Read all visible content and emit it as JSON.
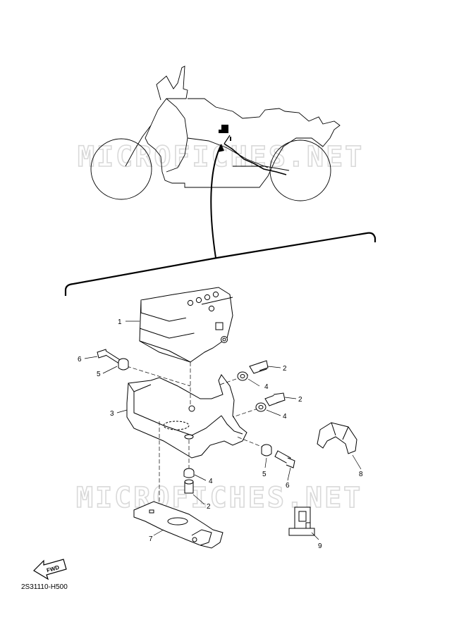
{
  "watermark": "MICROFICHES.NET",
  "drawing_code": "2S31110-H500",
  "fwd_label": "FWD",
  "callouts": [
    {
      "id": "c1",
      "text": "1"
    },
    {
      "id": "c2a",
      "text": "2"
    },
    {
      "id": "c2b",
      "text": "2"
    },
    {
      "id": "c2c",
      "text": "2"
    },
    {
      "id": "c3",
      "text": "3"
    },
    {
      "id": "c4a",
      "text": "4"
    },
    {
      "id": "c4b",
      "text": "4"
    },
    {
      "id": "c4c",
      "text": "4"
    },
    {
      "id": "c5a",
      "text": "5"
    },
    {
      "id": "c5b",
      "text": "5"
    },
    {
      "id": "c6a",
      "text": "6"
    },
    {
      "id": "c6b",
      "text": "6"
    },
    {
      "id": "c7",
      "text": "7"
    },
    {
      "id": "c8",
      "text": "8"
    },
    {
      "id": "c9",
      "text": "9"
    }
  ],
  "colors": {
    "line": "#000000",
    "watermark": "#d9d9d9",
    "background": "#ffffff"
  }
}
